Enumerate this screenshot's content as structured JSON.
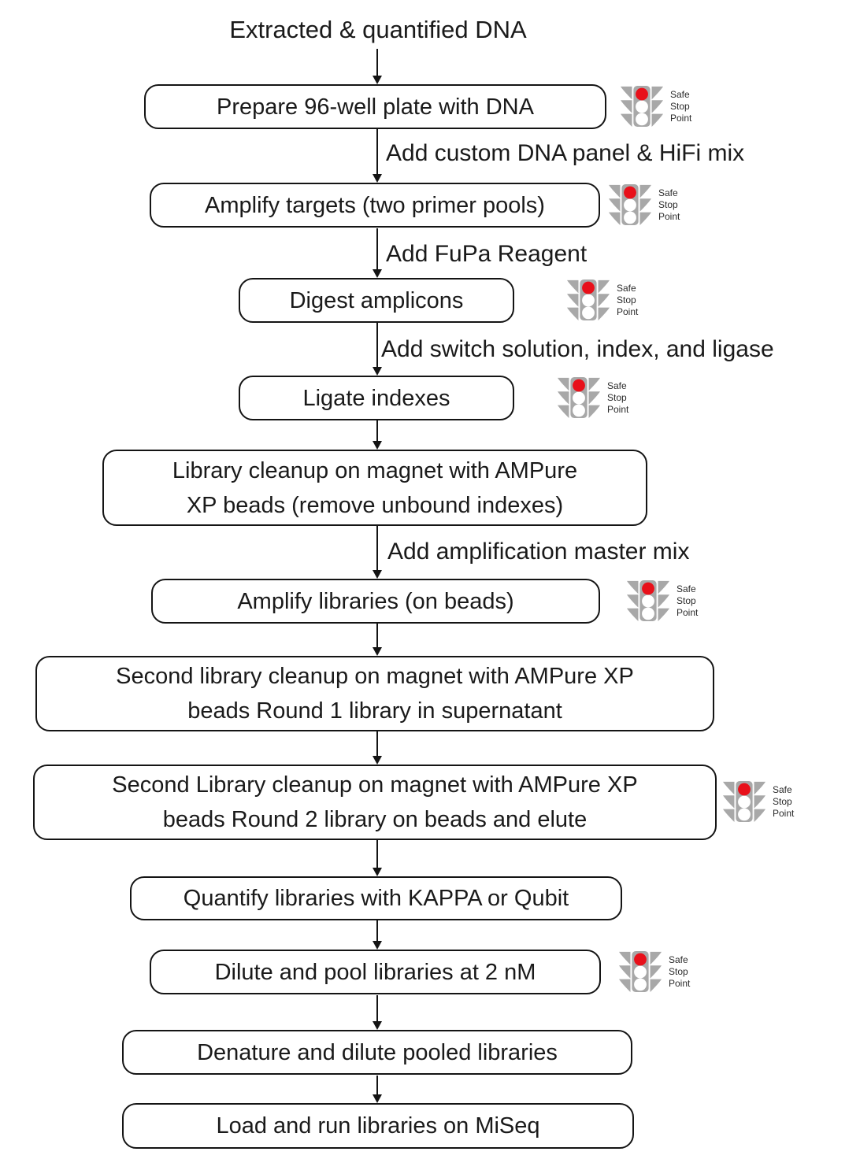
{
  "diagram": {
    "title": "Extracted & quantified DNA",
    "safe_stop_label": [
      "Safe",
      "Stop",
      "Point"
    ],
    "colors": {
      "light_red": "#e8101a",
      "light_gray": "#a8a8a8",
      "ink": "#1a1a1a"
    },
    "steps": [
      {
        "id": "prepare-plate",
        "lines": [
          "Prepare 96-well plate with DNA"
        ],
        "safe_stop": true
      },
      {
        "id": "amplify-targets",
        "input_label": "Add custom DNA panel & HiFi mix",
        "lines": [
          "Amplify targets (two primer pools)"
        ],
        "safe_stop": true
      },
      {
        "id": "digest-amplicons",
        "input_label": "Add FuPa Reagent",
        "lines": [
          "Digest amplicons"
        ],
        "safe_stop": true
      },
      {
        "id": "ligate-indexes",
        "input_label": "Add switch solution, index, and ligase",
        "lines": [
          "Ligate indexes"
        ],
        "safe_stop": true
      },
      {
        "id": "library-cleanup",
        "lines": [
          "Library cleanup on magnet with AMPure",
          "XP beads (remove unbound indexes)"
        ],
        "safe_stop": false
      },
      {
        "id": "amplify-libraries",
        "input_label": "Add amplification master mix",
        "lines": [
          "Amplify libraries (on beads)"
        ],
        "safe_stop": true
      },
      {
        "id": "second-cleanup-round-1",
        "lines": [
          "Second library cleanup on magnet with AMPure XP",
          "beads Round 1 library in supernatant"
        ],
        "safe_stop": false
      },
      {
        "id": "second-cleanup-round-2",
        "lines": [
          "Second Library cleanup on magnet with AMPure XP",
          "beads Round 2 library on beads and elute"
        ],
        "safe_stop": true
      },
      {
        "id": "quantify-libraries",
        "lines": [
          "Quantify libraries with KAPPA or Qubit"
        ],
        "safe_stop": false
      },
      {
        "id": "dilute-pool",
        "lines": [
          "Dilute and pool libraries at 2 nM"
        ],
        "safe_stop": true
      },
      {
        "id": "denature-dilute",
        "lines": [
          "Denature and dilute pooled libraries"
        ],
        "safe_stop": false
      },
      {
        "id": "load-run",
        "lines": [
          "Load and run libraries on MiSeq"
        ],
        "safe_stop": false
      }
    ]
  }
}
